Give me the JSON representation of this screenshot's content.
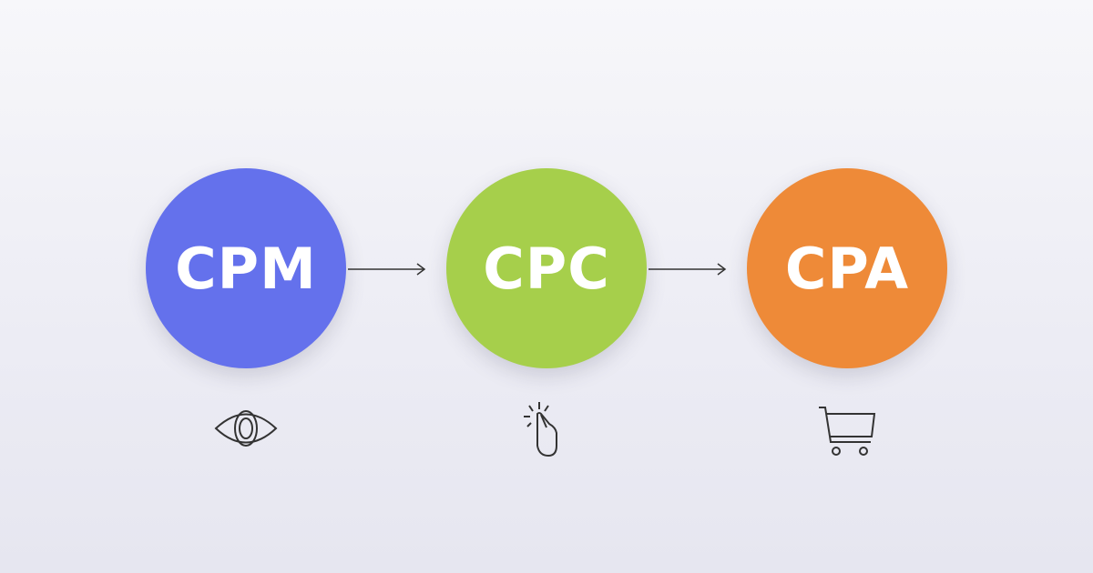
{
  "stages": [
    {
      "label": "CPM",
      "color": "#6471ec",
      "icon": "eye-icon"
    },
    {
      "label": "CPC",
      "color": "#a6cf4b",
      "icon": "pointer-click-icon"
    },
    {
      "label": "CPA",
      "color": "#ee8a38",
      "icon": "shopping-cart-icon"
    }
  ]
}
